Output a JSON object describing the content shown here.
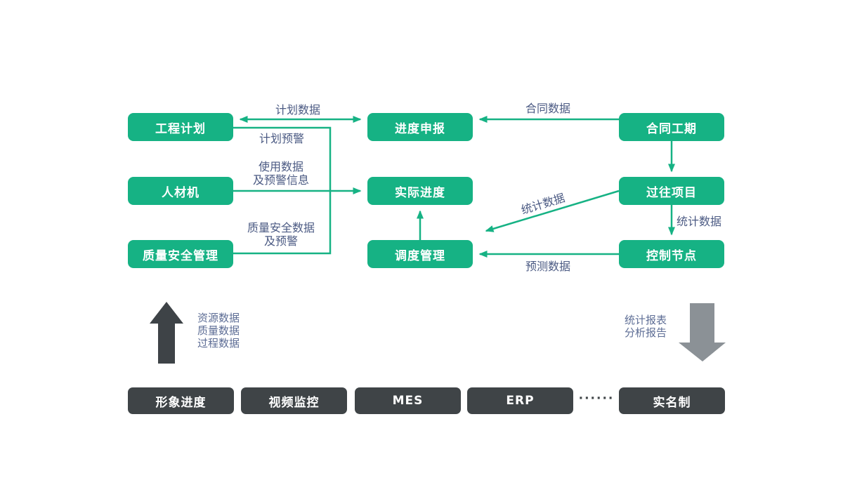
{
  "colors": {
    "accent_green": "#16b284",
    "dark_charcoal": "#3f4447",
    "mid_gray": "#8b9196",
    "label_blue": "#4b5a83",
    "label_blue_light": "#5d6d95"
  },
  "nodes": {
    "project_plan": "工程计划",
    "labor_material_machine": "人材机",
    "quality_safety_mgmt": "质量安全管理",
    "progress_report": "进度申报",
    "actual_progress": "实际进度",
    "dispatch_mgmt": "调度管理",
    "contract_duration": "合同工期",
    "past_projects": "过往项目",
    "control_node": "控制节点"
  },
  "edges": {
    "plan_data": "计划数据",
    "plan_warning": "计划预警",
    "usage_lines": [
      "使用数据",
      "及预警信息"
    ],
    "quality_lines": [
      "质量安全数据",
      "及预警"
    ],
    "contract_data": "合同数据",
    "stats_data_diagonal": "统计数据",
    "stats_data_vertical": "统计数据",
    "forecast_data": "预测数据"
  },
  "big_arrows": {
    "up_lines": [
      "资源数据",
      "质量数据",
      "过程数据"
    ],
    "down_lines": [
      "统计报表",
      "分析报告"
    ]
  },
  "bottom_nodes": [
    "形象进度",
    "视频监控",
    "MES",
    "ERP",
    "实名制"
  ],
  "ellipsis": "······"
}
